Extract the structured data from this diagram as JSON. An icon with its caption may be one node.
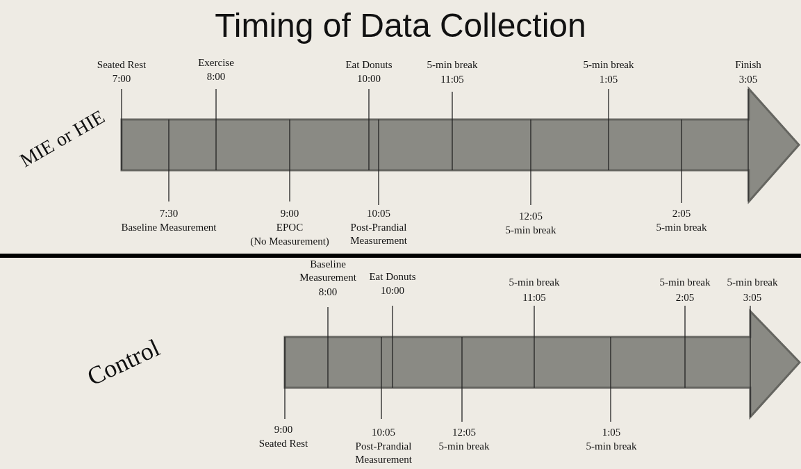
{
  "diagram": {
    "title": "Timing of Data Collection",
    "nodes": [
      {
        "text": [],
        "shape": "arrow"
      },
      {
        "text": [],
        "shape": "arrow"
      }
    ],
    "edges": [],
    "labels": [
      "Seated Rest",
      "7:00",
      "Exercise",
      "8:00",
      "Eat Donuts",
      "10:00",
      "5-min break",
      "11:05",
      "5-min break",
      "1:05",
      "Finish",
      "3:05",
      "MIE or HIE",
      "7:30",
      "Baseline Measurement",
      "9:00",
      "EPOC",
      "(No Measurement)",
      "10:05",
      "Post-Prandial Measurement",
      "12:05",
      "5-min break",
      "2:05",
      "5-min break",
      "Baseline Measurement",
      "8:00",
      "Eat Donuts",
      "10:00",
      "5-min break",
      "11:05",
      "5-min break",
      "2:05",
      "5-min break",
      "3:05",
      "Control",
      "9:00",
      "Seated Rest",
      "10:05",
      "Post-Prandial Measurement",
      "12:05",
      "5-min break",
      "1:05",
      "5-min break"
    ]
  }
}
